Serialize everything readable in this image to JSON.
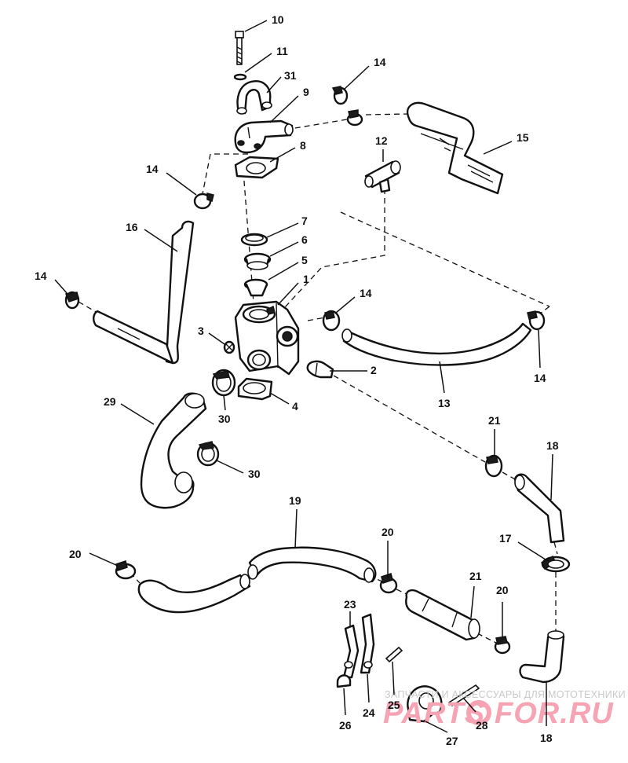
{
  "callouts": [
    {
      "id": "c10",
      "label": "10"
    },
    {
      "id": "c11",
      "label": "11"
    },
    {
      "id": "c31",
      "label": "31"
    },
    {
      "id": "c9",
      "label": "9"
    },
    {
      "id": "c8",
      "label": "8"
    },
    {
      "id": "c14a",
      "label": "14"
    },
    {
      "id": "c14b",
      "label": "14"
    },
    {
      "id": "c14c",
      "label": "14"
    },
    {
      "id": "c14d",
      "label": "14"
    },
    {
      "id": "c14e",
      "label": "14"
    },
    {
      "id": "c15",
      "label": "15"
    },
    {
      "id": "c12",
      "label": "12"
    },
    {
      "id": "c16",
      "label": "16"
    },
    {
      "id": "c7",
      "label": "7"
    },
    {
      "id": "c6",
      "label": "6"
    },
    {
      "id": "c5",
      "label": "5"
    },
    {
      "id": "c1",
      "label": "1"
    },
    {
      "id": "c3",
      "label": "3"
    },
    {
      "id": "c2",
      "label": "2"
    },
    {
      "id": "c13",
      "label": "13"
    },
    {
      "id": "c4",
      "label": "4"
    },
    {
      "id": "c30a",
      "label": "30"
    },
    {
      "id": "c30b",
      "label": "30"
    },
    {
      "id": "c29",
      "label": "29"
    },
    {
      "id": "c21a",
      "label": "21"
    },
    {
      "id": "c18a",
      "label": "18"
    },
    {
      "id": "c19",
      "label": "19"
    },
    {
      "id": "c20a",
      "label": "20"
    },
    {
      "id": "c20b",
      "label": "20"
    },
    {
      "id": "c17",
      "label": "17"
    },
    {
      "id": "c21b",
      "label": "21"
    },
    {
      "id": "c20c",
      "label": "20"
    },
    {
      "id": "c23",
      "label": "23"
    },
    {
      "id": "c25",
      "label": "25"
    },
    {
      "id": "c24",
      "label": "24"
    },
    {
      "id": "c26",
      "label": "26"
    },
    {
      "id": "c27",
      "label": "27"
    },
    {
      "id": "c28",
      "label": "28"
    },
    {
      "id": "c18b",
      "label": "18"
    }
  ],
  "watermark": {
    "caption": "ЗАПЧАСТИ И АКСЕССУАРЫ ДЛЯ МОТОТЕХНИКИ",
    "logo_left": "PARTS",
    "logo_right": "FOR.RU",
    "color": "#f6a3b4"
  },
  "colors": {
    "line": "#111111",
    "background": "#ffffff"
  }
}
